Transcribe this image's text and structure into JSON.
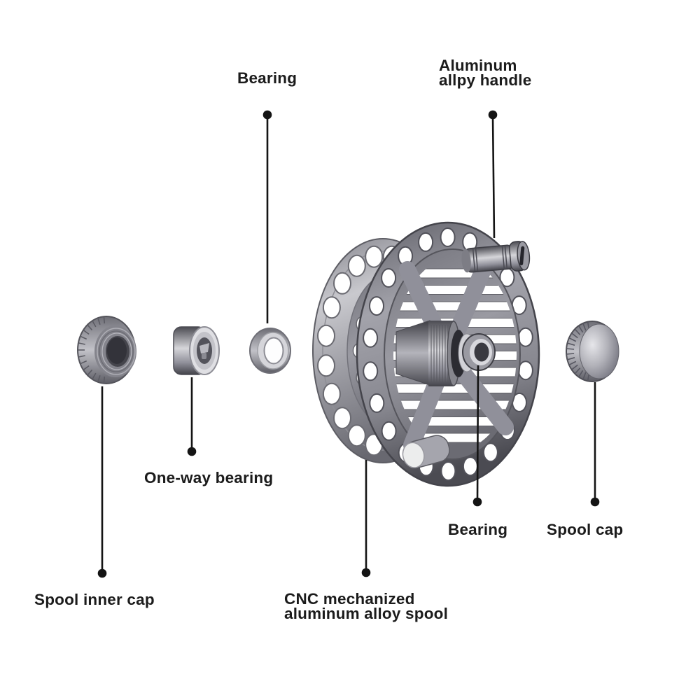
{
  "colors": {
    "background": "#ffffff",
    "label_text": "#1b1b1b",
    "leader_line": "#141414",
    "metal_light": "#d8d8dc",
    "metal_mid": "#8f8f97",
    "metal_dark": "#46464d"
  },
  "labels": {
    "bearing_top": {
      "text": "Bearing"
    },
    "aluminum_handle": {
      "line1": "Aluminum",
      "line2": "allpy handle"
    },
    "one_way_bearing": {
      "text": "One-way bearing"
    },
    "spool_inner_cap": {
      "text": "Spool inner cap"
    },
    "cnc_spool": {
      "line1": "CNC mechanized",
      "line2": "aluminum alloy spool"
    },
    "bearing_hub": {
      "text": "Bearing"
    },
    "spool_cap": {
      "text": "Spool cap"
    }
  }
}
